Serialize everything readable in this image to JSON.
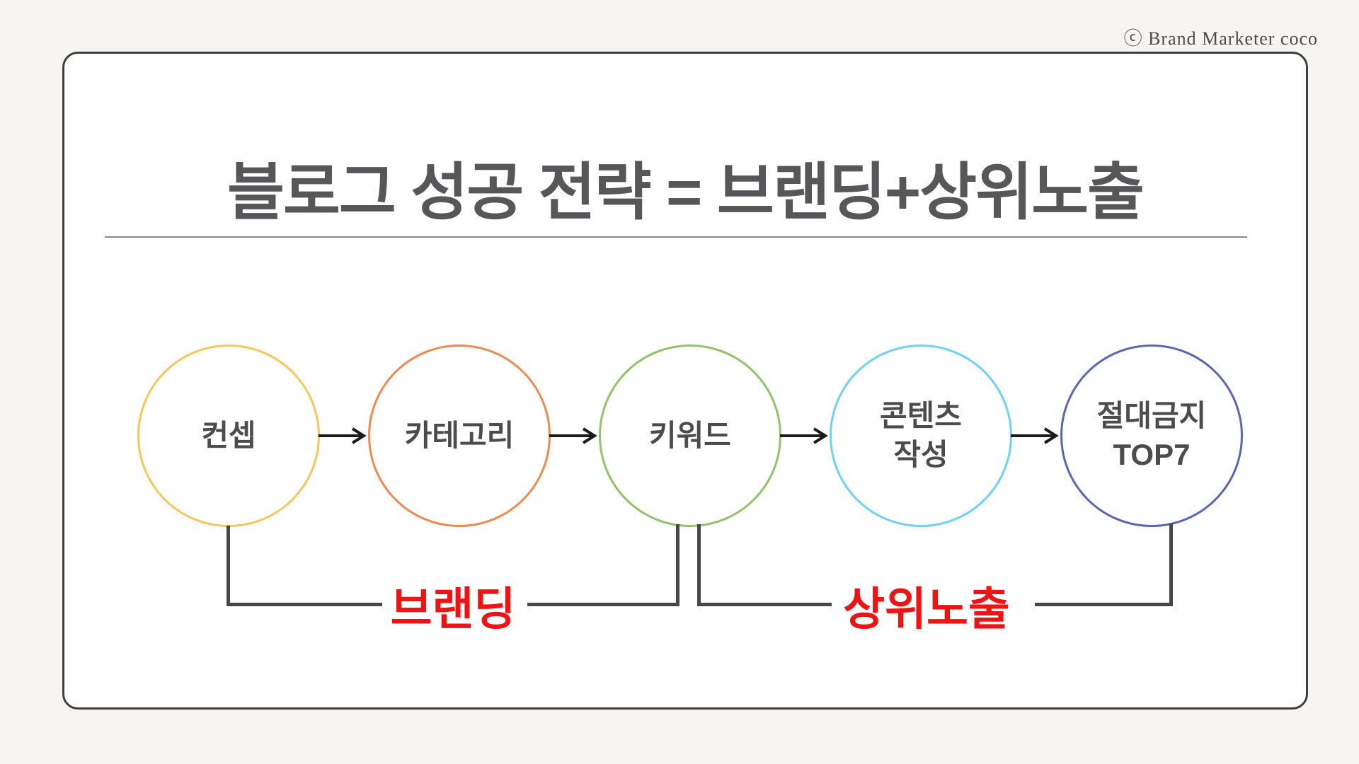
{
  "page": {
    "copyright": "ⓒ Brand Marketer coco",
    "background_color": "#F7F5F1",
    "frame_border_color": "#3E3E3C"
  },
  "slide": {
    "title": "블로그 성공 전략 = 브랜딩+상위노출",
    "title_color": "#57575A"
  },
  "flow": {
    "steps": [
      {
        "label": "컨셉",
        "border_color": "#F5C75D"
      },
      {
        "label": "카테고리",
        "border_color": "#EC8A52"
      },
      {
        "label": "키워드",
        "border_color": "#90C36A"
      },
      {
        "label": "콘텐츠\n작성",
        "border_color": "#6FD1F5"
      },
      {
        "label": "절대금지\nTOP7",
        "border_color": "#5A66B4"
      }
    ],
    "arrow_color": "#1B1B1B"
  },
  "groups": {
    "branding": {
      "label": "브랜딩",
      "color": "#F01313"
    },
    "exposure": {
      "label": "상위노출",
      "color": "#F01313"
    },
    "bracket_line_color": "#474747"
  }
}
